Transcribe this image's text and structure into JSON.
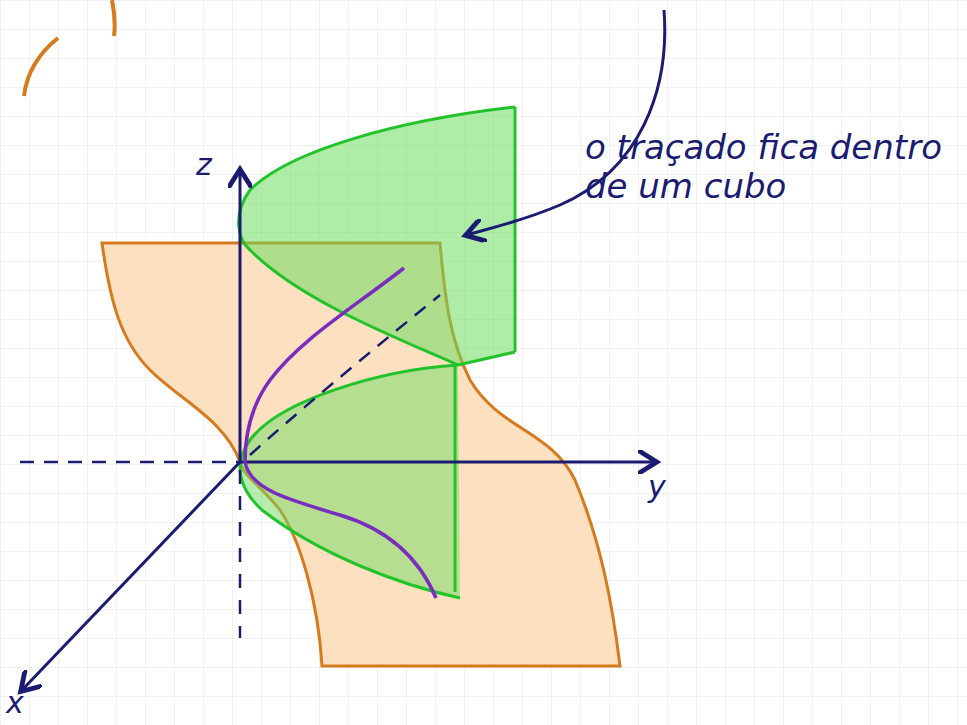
{
  "diagram": {
    "labels": [
      "z",
      "y",
      "x",
      "o traçado fica dentro de um cubo"
    ]
  }
}
